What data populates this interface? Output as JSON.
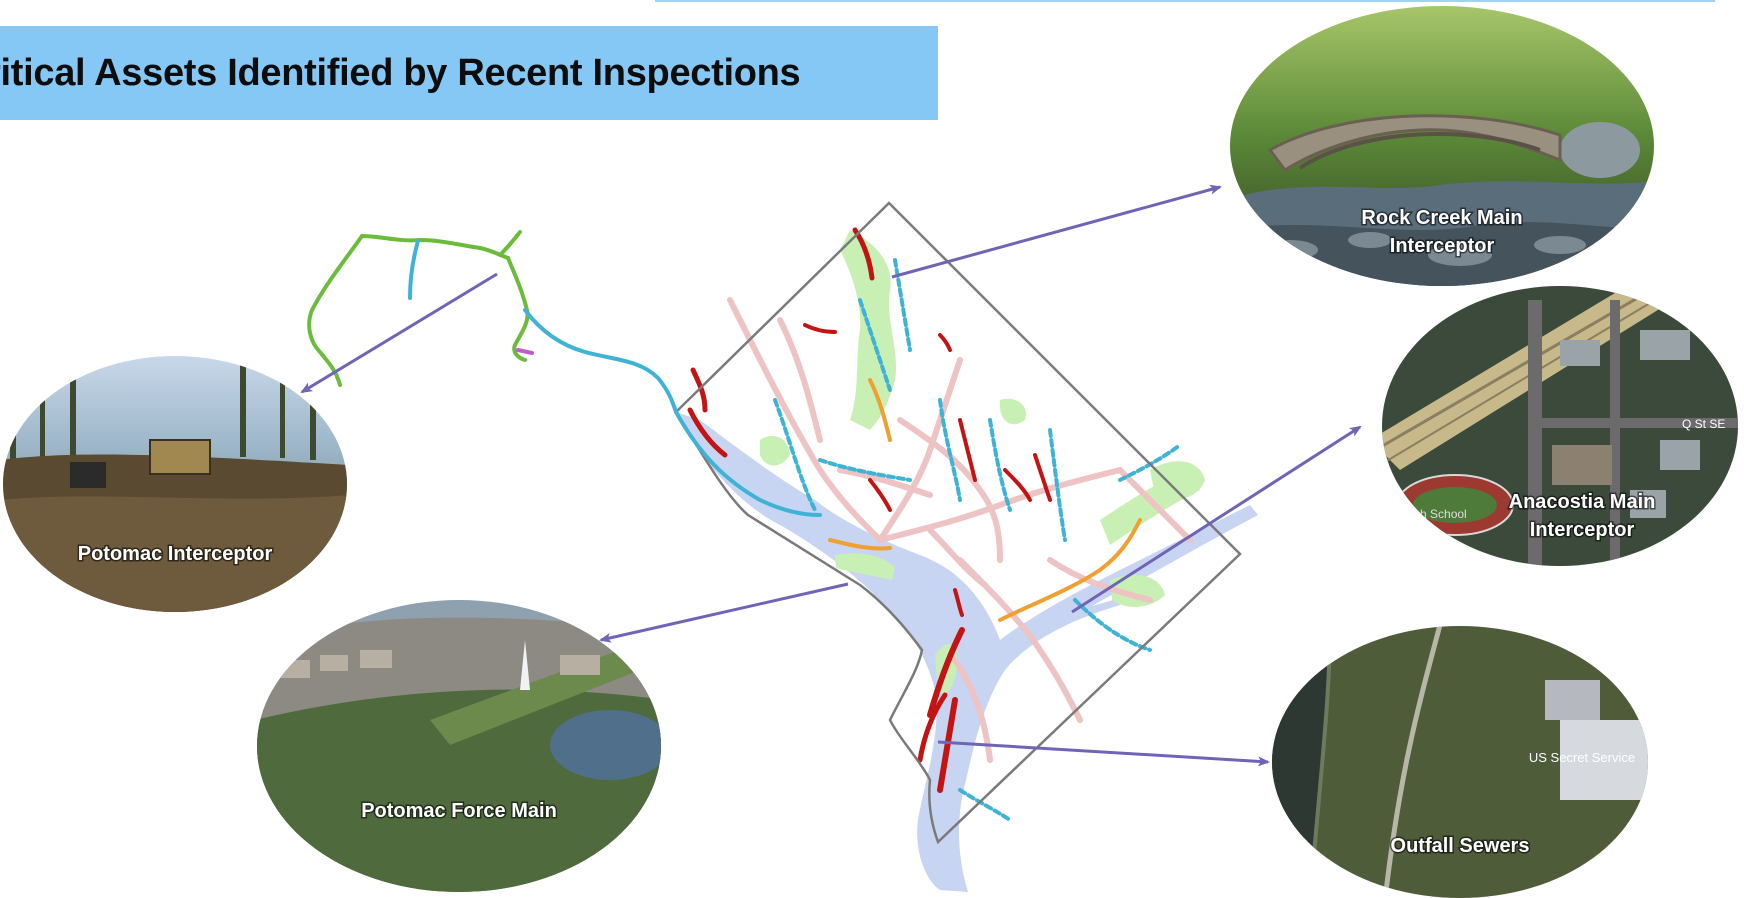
{
  "title": "ritical Assets Identified by Recent Inspections",
  "colors": {
    "banner": "#86c8f5",
    "arrow": "#6f64b5",
    "boundary": "#7a7a7a",
    "river": "#c7d4f2",
    "park": "#c9f0b4",
    "sewer_pink": "#edc3c3",
    "sewer_red": "#c31414",
    "sewer_blue": "#3fb3d6",
    "sewer_orange": "#f0a030",
    "interceptor_green": "#6cbc3c"
  },
  "callouts": [
    {
      "id": "rock-creek",
      "label_lines": [
        "Rock Creek Main",
        "Interceptor"
      ],
      "scene": "stone-bridge-creek"
    },
    {
      "id": "anacostia",
      "label_lines": [
        "Anacostia Main",
        "Interceptor"
      ],
      "scene": "aerial-highway-school"
    },
    {
      "id": "outfall",
      "label_lines": [
        "Outfall Sewers"
      ],
      "scene": "aerial-riverbank"
    },
    {
      "id": "potomac-interceptor",
      "label_lines": [
        "Potomac Interceptor"
      ],
      "scene": "construction-clearing"
    },
    {
      "id": "potomac-force",
      "label_lines": [
        "Potomac Force Main"
      ],
      "scene": "aerial-city-mall"
    }
  ],
  "photo_texts": {
    "anacostia_street": "Q St SE",
    "anacostia_school": "High School",
    "outfall_building": "US Secret Service"
  },
  "icons": [
    "arrow",
    "map-boundary"
  ]
}
